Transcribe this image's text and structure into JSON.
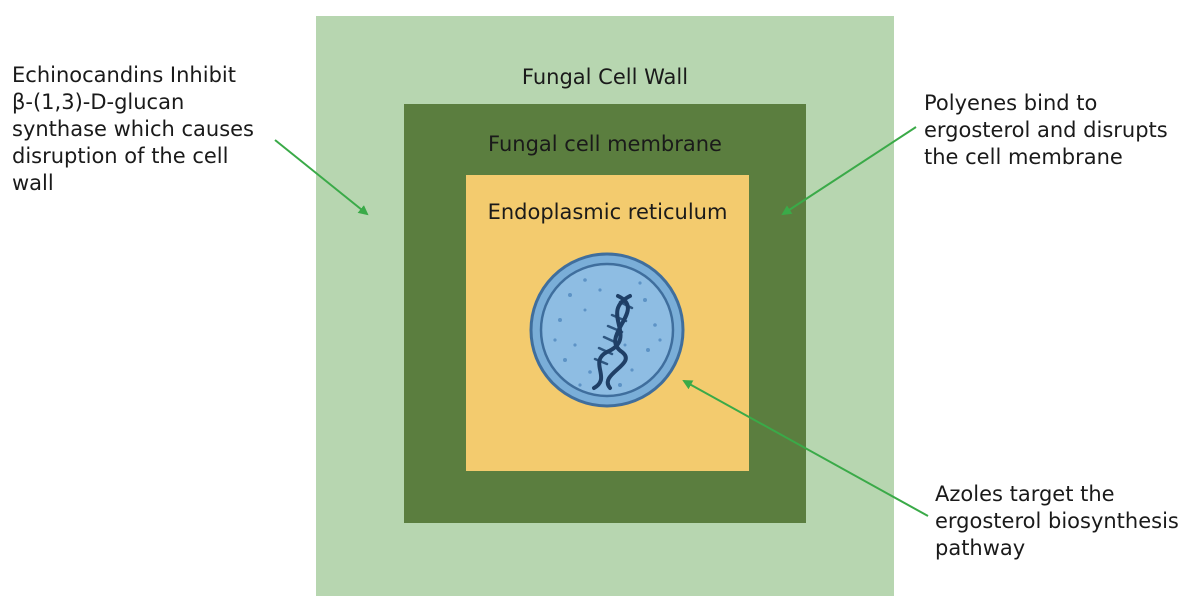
{
  "layers": {
    "cell_wall": {
      "label": "Fungal Cell Wall",
      "color": "#b7d6b0"
    },
    "cell_membrane": {
      "label": "Fungal cell membrane",
      "color": "#5b7e3f"
    },
    "endoplasmic_reticulum": {
      "label": "Endoplasmic reticulum",
      "color": "#f3cb6e"
    },
    "nucleus": {
      "icon": "dna-icon",
      "color": "#7aaed8"
    }
  },
  "annotations": {
    "echinocandins": {
      "lines": [
        "Echinocandins Inhibit",
        "β-(1,3)-D-glucan",
        "synthase which causes",
        "disruption of the cell",
        "wall"
      ]
    },
    "polyenes": {
      "lines": [
        "Polyenes bind to",
        "ergosterol and disrupts",
        "the cell membrane"
      ]
    },
    "azoles": {
      "lines": [
        "Azoles target the",
        "ergosterol biosynthesis",
        "pathway"
      ]
    }
  },
  "arrow_color": "#3aaa48"
}
